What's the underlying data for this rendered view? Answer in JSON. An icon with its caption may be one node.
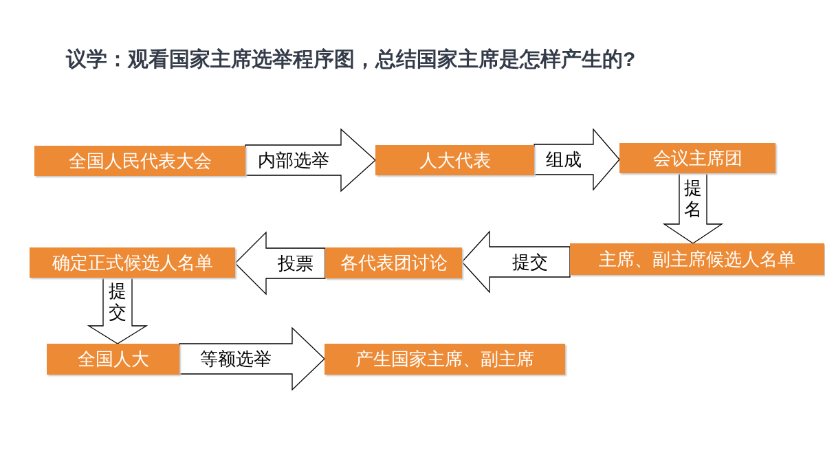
{
  "diagram": {
    "title": "议学：观看国家主席选举程序图，总结国家主席是怎样产生的?",
    "nodes": [
      {
        "text": [
          "全国人民代表大会"
        ]
      },
      {
        "text": [
          "人大代表"
        ]
      },
      {
        "text": [
          "会议主席团"
        ]
      },
      {
        "text": [
          "主席、副主席候选人名单"
        ]
      },
      {
        "text": [
          "各代表团讨论"
        ]
      },
      {
        "text": [
          "确定正式候选人名单"
        ]
      },
      {
        "text": [
          "全国人大"
        ]
      },
      {
        "text": [
          "产生国家主席、副主席"
        ]
      }
    ],
    "edges": [
      {
        "from": 0,
        "to": 1,
        "arrow": "to",
        "label": "内部选举"
      },
      {
        "from": 1,
        "to": 2,
        "arrow": "to",
        "label": "组成"
      },
      {
        "from": 2,
        "to": 3,
        "arrow": "to",
        "label": "提名"
      },
      {
        "from": 3,
        "to": 4,
        "arrow": "to",
        "label": "提交"
      },
      {
        "from": 4,
        "to": 5,
        "arrow": "to",
        "label": "投票"
      },
      {
        "from": 5,
        "to": 6,
        "arrow": "to",
        "label": "提交"
      },
      {
        "from": 6,
        "to": 7,
        "arrow": "to",
        "label": "等额选举"
      }
    ]
  }
}
